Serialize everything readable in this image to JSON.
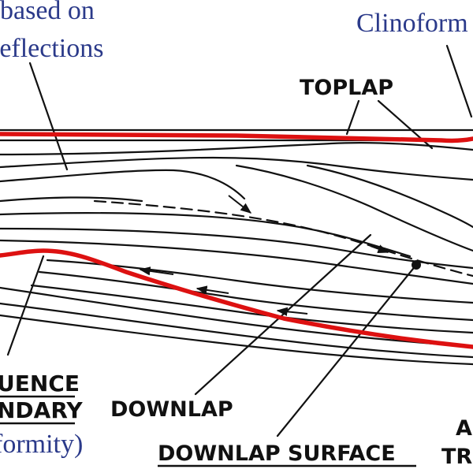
{
  "annotations": {
    "top_left_line1": "based on",
    "top_left_line2": "reflections",
    "top_right": "Clinoform",
    "bottom_left": "formity)"
  },
  "labels": {
    "toplap": "TOPLAP",
    "sequence": "UENCE",
    "boundary": "NDARY",
    "downlap": "DOWNLAP",
    "downlap_surface": "DOWNLAP SURFACE",
    "right_a": "A",
    "right_tr": "TR"
  },
  "colors": {
    "boundary_line": "#dd1111",
    "annotation_text": "#2b3a8a",
    "label_text": "#111111",
    "reflector": "#111111"
  }
}
